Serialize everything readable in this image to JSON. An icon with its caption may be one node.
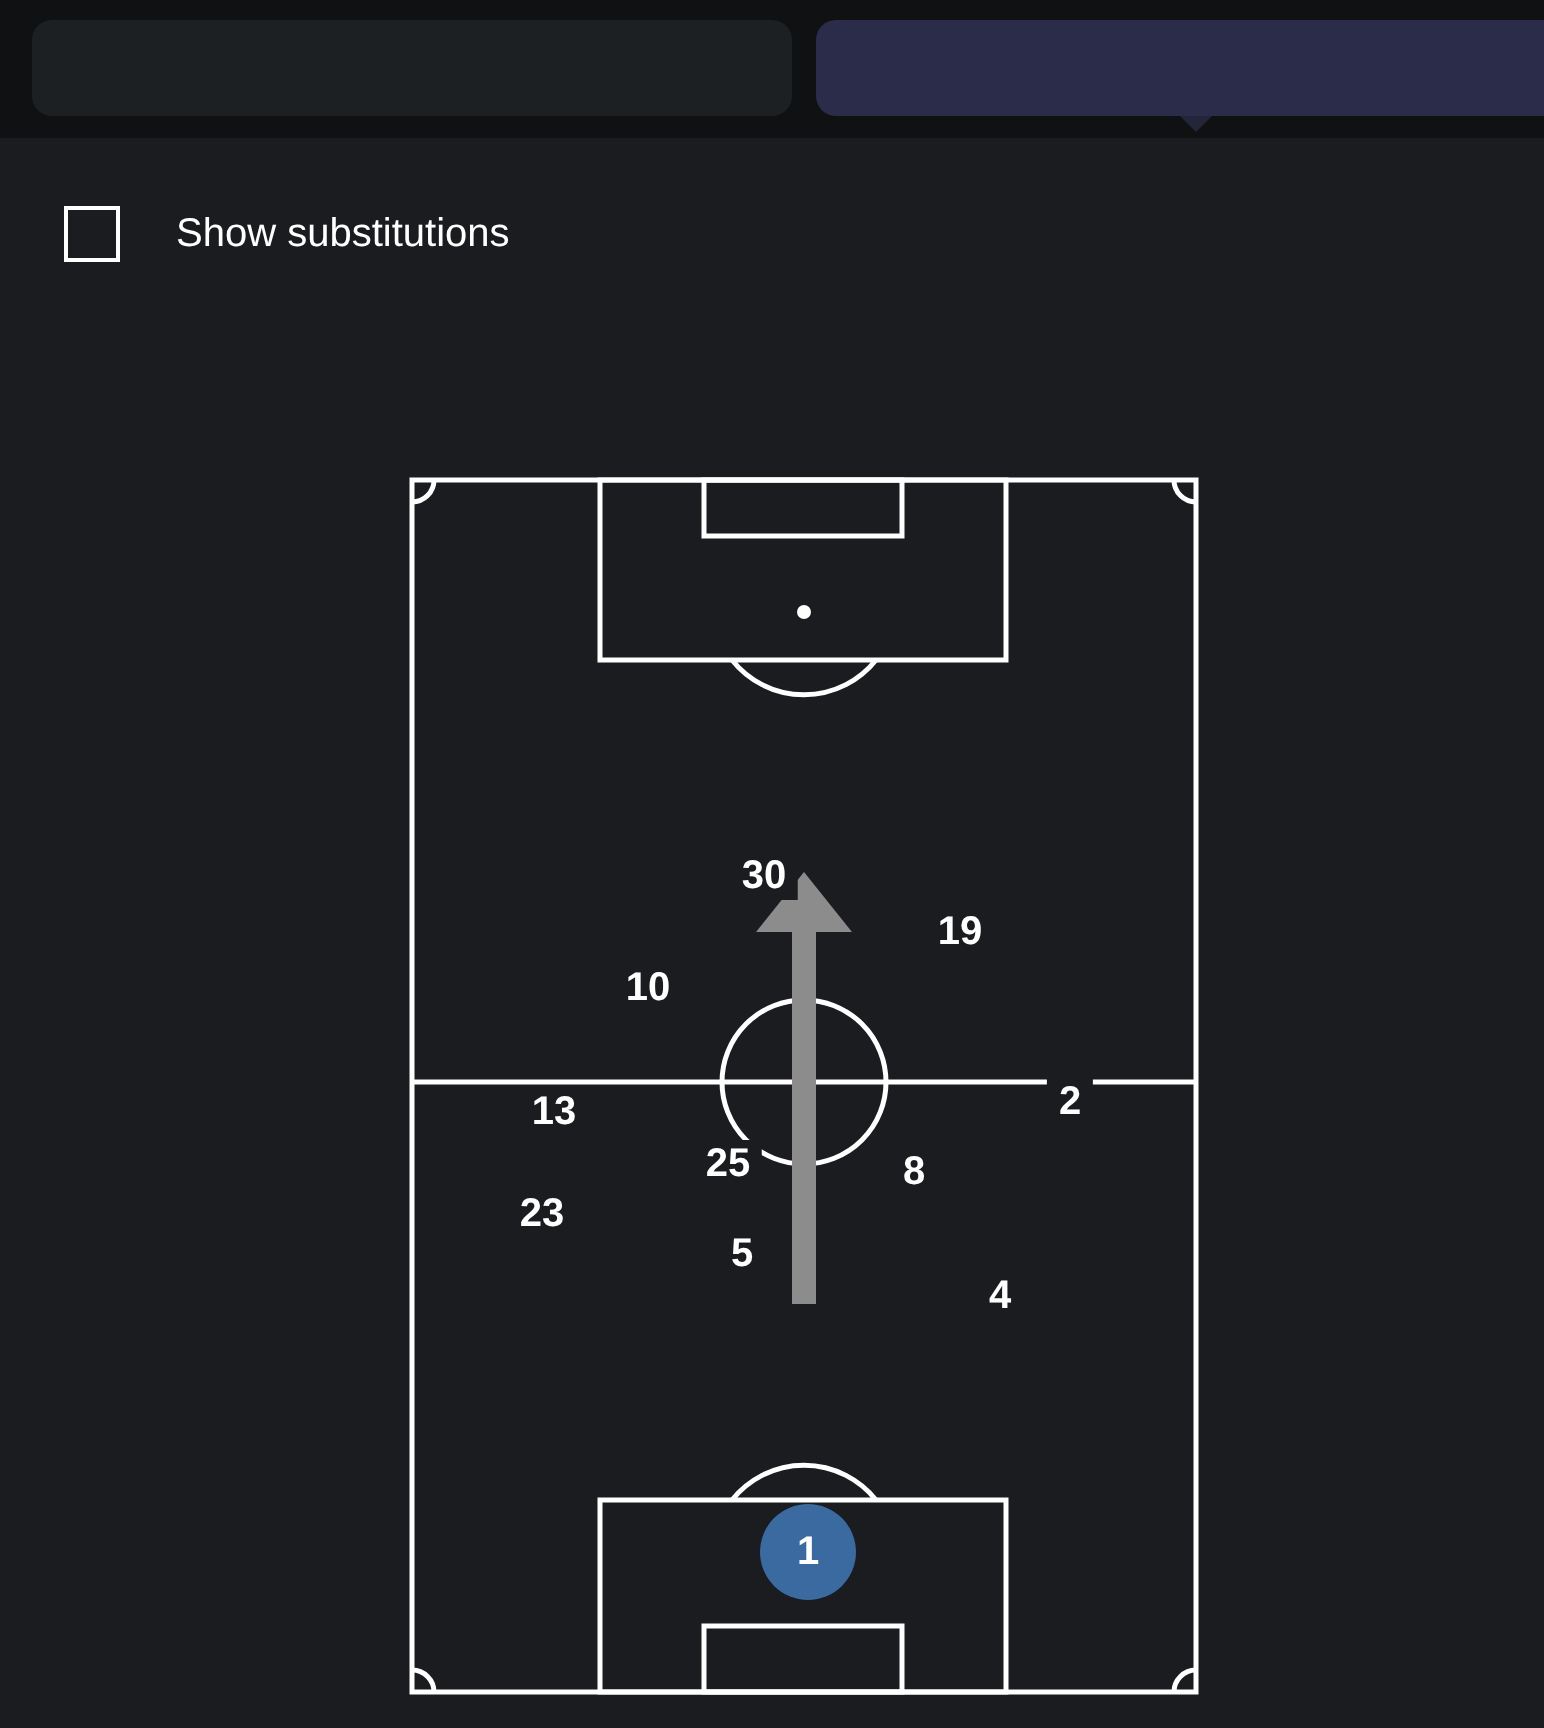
{
  "diagram": {
    "nodes": [
      {
        "text": [],
        "shape": "box"
      },
      {
        "text": [],
        "shape": "box"
      },
      {
        "text": [
          "1"
        ]
      }
    ],
    "edges": [],
    "labels": [
      "Show substitutions",
      "30",
      "19",
      "10",
      "2",
      "13",
      "25",
      "8",
      "23",
      "5",
      "4"
    ]
  }
}
